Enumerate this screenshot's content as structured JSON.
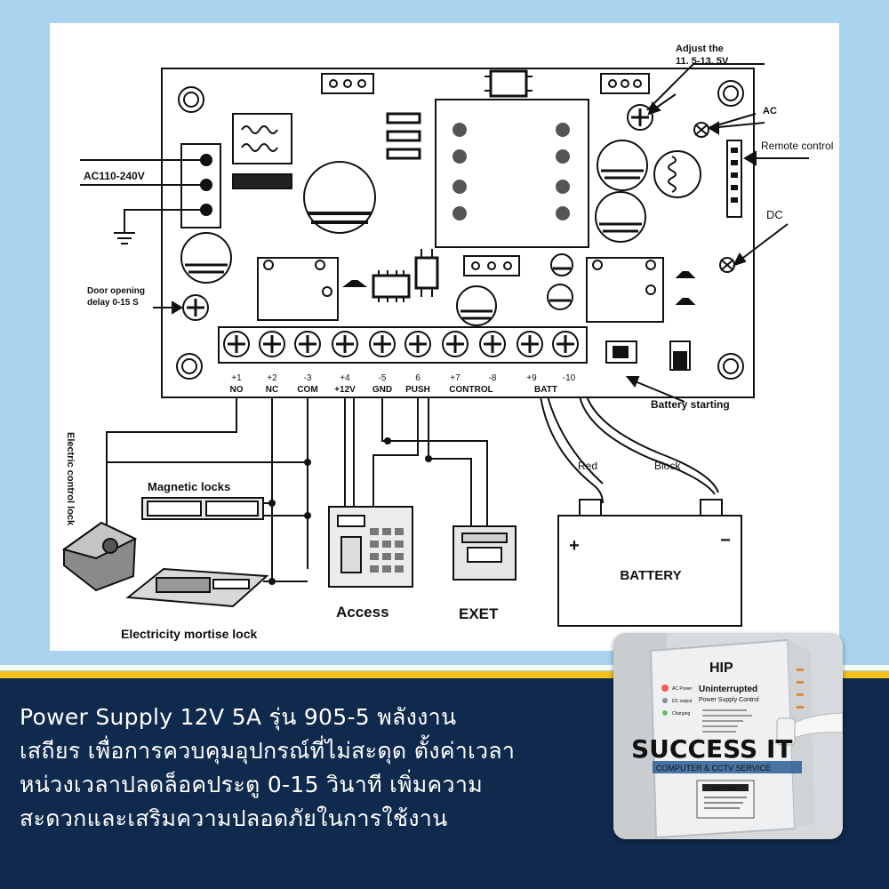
{
  "diagram": {
    "labels": {
      "adjust": "Adjust the",
      "adjust_range": "11. 5-13. 5V",
      "ac_input": "AC110-240V",
      "ac": "AC",
      "remote_control": "Remote control",
      "dc": "DC",
      "door_delay_1": "Door opening",
      "door_delay_2": "delay 0-15 S",
      "battery_starting": "Battery starting",
      "electric_control_lock": "Electric control lock",
      "magnetic_locks": "Magnetic locks",
      "mortise_lock": "Electricity mortise lock",
      "access": "Access",
      "exet": "EXET",
      "red": "Red",
      "block": "Block",
      "battery": "BATTERY",
      "plus": "+",
      "minus": "−"
    },
    "terminals": [
      {
        "num": "+1",
        "name": "NO"
      },
      {
        "num": "+2",
        "name": "NC"
      },
      {
        "num": "-3",
        "name": "COM"
      },
      {
        "num": "+4",
        "name": "+12V"
      },
      {
        "num": "-5",
        "name": "GND"
      },
      {
        "num": "6",
        "name": "PUSH"
      },
      {
        "num": "+7",
        "name": "CONTROL"
      },
      {
        "num": "-8",
        "name": ""
      },
      {
        "num": "+9",
        "name": "BATT"
      },
      {
        "num": "-10",
        "name": ""
      }
    ]
  },
  "caption": {
    "line1": "Power Supply 12V 5A รุ่น 905-5 พลังงาน",
    "line2": "เสถียร เพื่อการควบคุมอุปกรณ์ที่ไม่สะดุด ตั้งค่าเวลา",
    "line3": "หน่วงเวลาปลดล็อคประตู 0-15 วินาที เพิ่มความ",
    "line4": "สะดวกและเสริมความปลอดภัยในการใช้งาน"
  },
  "photo": {
    "brand": "HIP",
    "title1": "Uninterrupted",
    "title2": "Power Supply Control",
    "led_labels": [
      "AC Power",
      "DC output",
      "Charging"
    ],
    "caution": "CAUTION",
    "watermark_1": "SUCCESS IT",
    "watermark_2": "COMPUTER & CCTV SERVICE"
  },
  "colors": {
    "background": "#a9d3ee",
    "banner": "#0f2a4c",
    "gold": "#f2c21b",
    "watermark": "#b3356f",
    "watermark_sub": "#2a5d95"
  }
}
